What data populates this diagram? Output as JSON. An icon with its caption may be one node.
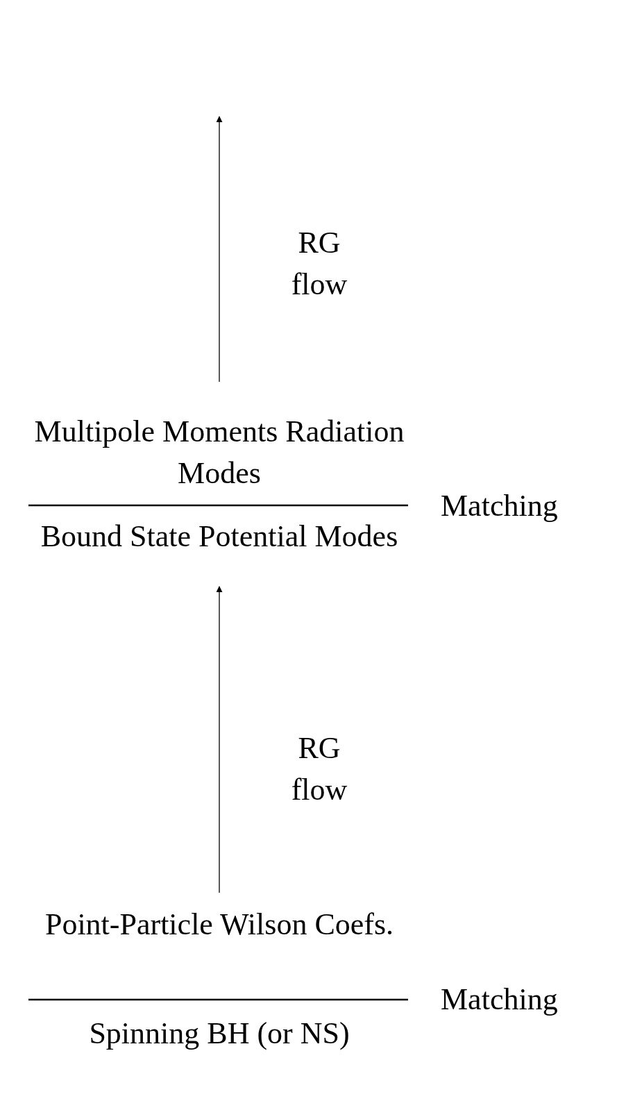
{
  "diagram": {
    "nodes": [
      {
        "text": [
          "Multipole Moments Radiation Modes"
        ]
      },
      {
        "text": [
          "Bound State Potential Modes"
        ]
      },
      {
        "text": [
          "Point-Particle Wilson Coefs."
        ]
      },
      {
        "text": [
          "Spinning BH (or NS)"
        ]
      }
    ],
    "edges": [
      {
        "from": 2,
        "to": 1,
        "arrow": "to",
        "label": "RG flow"
      },
      {
        "from": 0,
        "to": null,
        "arrow": "to",
        "label": "RG flow"
      }
    ],
    "labels": [
      "Matching",
      "Matching"
    ]
  }
}
